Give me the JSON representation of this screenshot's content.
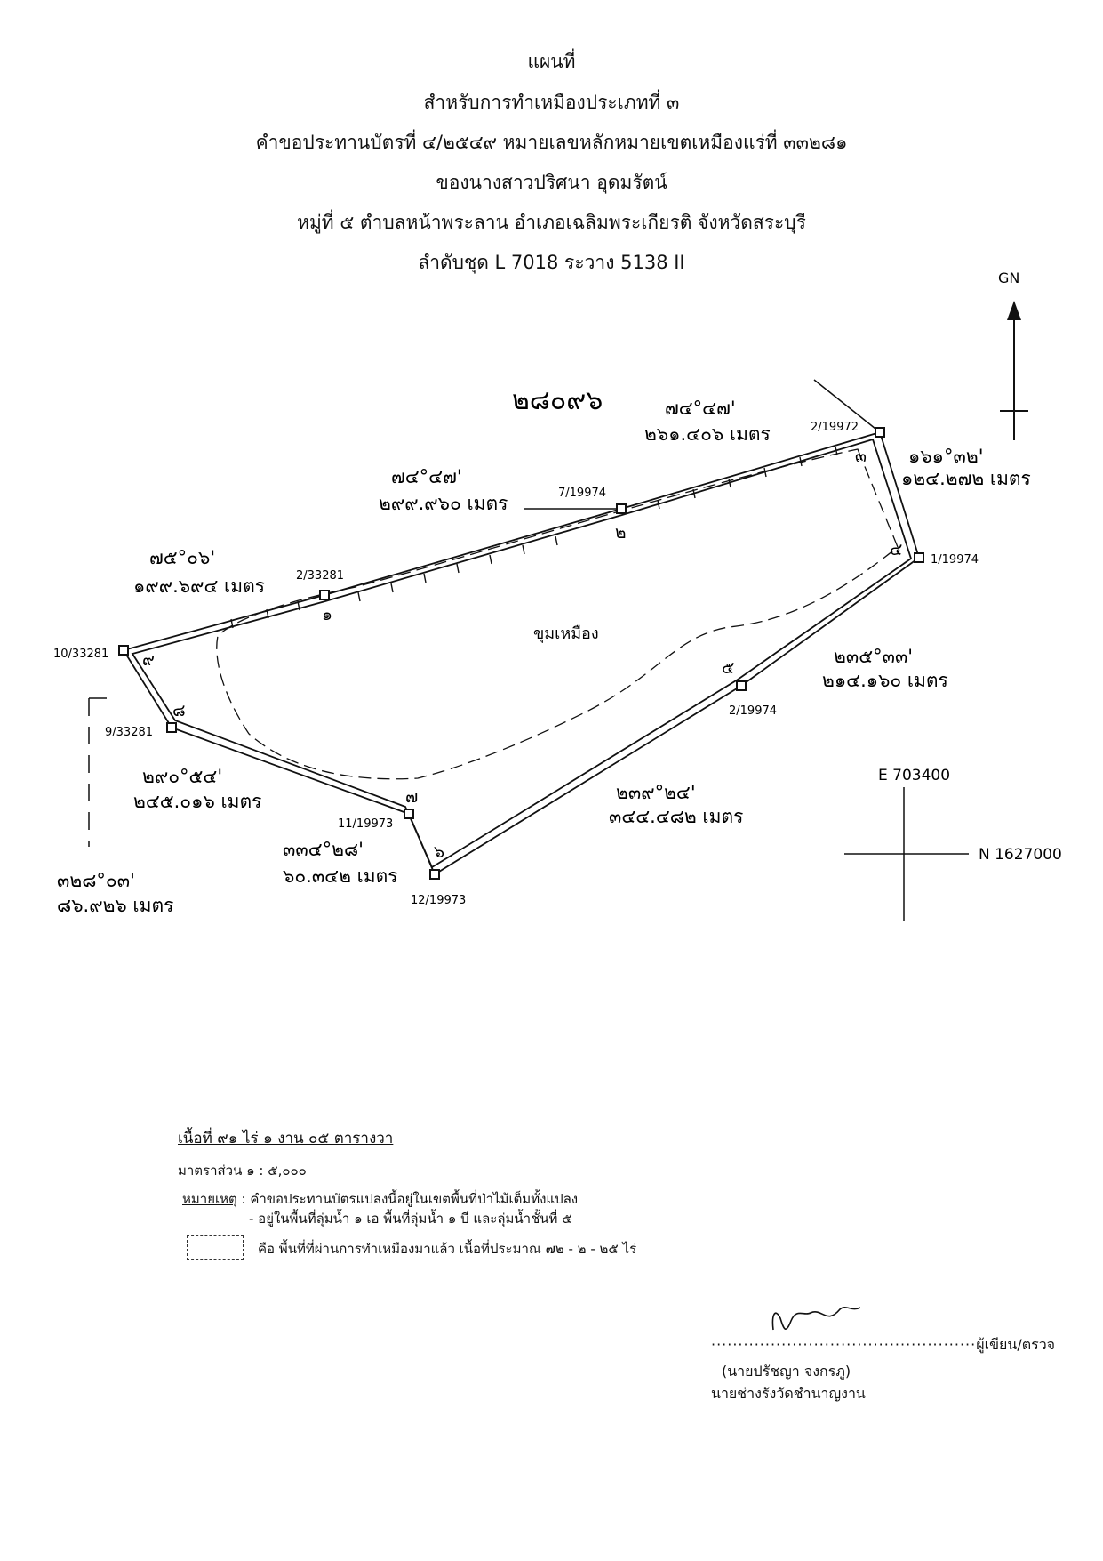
{
  "header": {
    "line1": "แผนที่",
    "line2": "สำหรับการทำเหมืองประเภทที่ ๓",
    "line3": "คำขอประทานบัตรที่ ๔/๒๕๔๙ หมายเลขหลักหมายเขตเหมืองแร่ที่ ๓๓๒๘๑",
    "line4": "ของนางสาวปริศนา อุดมรัตน์",
    "line5": "หมู่ที่ ๕ ตำบลหน้าพระลาน อำเภอเฉลิมพระเกียรติ จังหวัดสระบุรี",
    "line6": "ลำดับชุด L 7018 ระวาง  5138 II"
  },
  "map": {
    "north_label": "GN",
    "parcel_number": "๒๘๐๙๖",
    "pit_label": "ขุมเหมือง",
    "grid_e": "E 703400",
    "grid_n": "N 1627000",
    "stations": [
      {
        "code": "2/19972",
        "num": "๓"
      },
      {
        "code": "1/19974",
        "num": "๔"
      },
      {
        "code": "2/19974",
        "num": "๕"
      },
      {
        "code": "12/19973",
        "num": "๖"
      },
      {
        "code": "11/19973",
        "num": "๗"
      },
      {
        "code": "9/33281",
        "num": "๘"
      },
      {
        "code": "10/33281",
        "num": "๙"
      },
      {
        "code": "2/33281",
        "num": "๑"
      },
      {
        "code": "7/19974",
        "num": "๒"
      }
    ],
    "bearings": [
      {
        "angle": "๗๔°๔๗'",
        "dist": "๒๖๑.๔๐๖ เมตร"
      },
      {
        "angle": "๑๖๑°๓๒'",
        "dist": "๑๒๔.๒๗๒ เมตร"
      },
      {
        "angle": "๗๔°๔๗'",
        "dist": "๒๙๙.๙๖๐ เมตร"
      },
      {
        "angle": "๗๕°๐๖'",
        "dist": "๑๙๙.๖๙๔ เมตร"
      },
      {
        "angle": "๒๓๕°๓๓'",
        "dist": "๒๑๔.๑๖๐ เมตร"
      },
      {
        "angle": "๒๓๙°๒๔'",
        "dist": "๓๔๔.๔๘๒ เมตร"
      },
      {
        "angle": "๒๙๐°๕๔'",
        "dist": "๒๔๕.๐๑๖ เมตร"
      },
      {
        "angle": "๓๓๔°๒๘'",
        "dist": "๖๐.๓๔๒ เมตร"
      },
      {
        "angle": "๓๒๘°๐๓'",
        "dist": "๘๖.๙๒๖ เมตร"
      }
    ]
  },
  "notes": {
    "area": "เนื้อที่  ๙๑  ไร่  ๑  งาน  ๐๕  ตารางวา",
    "scale": "มาตราส่วน  ๑ : ๕,๐๐๐",
    "remark_label": "หมายเหตุ",
    "remark_1": " :  คำขอประทานบัตรแปลงนี้อยู่ในเขตพื้นที่ป่าไม้เต็มทั้งแปลง",
    "remark_2": "- อยู่ในพื้นที่ลุ่มน้ำ ๑ เอ พื้นที่ลุ่มน้ำ ๑ บี และลุ่มน้ำชั้นที่ ๕",
    "legend": "คือ  พื้นที่ที่ผ่านการทำเหมืองมาแล้ว  เนื้อที่ประมาณ  ๗๒ - ๒ - ๒๕  ไร่"
  },
  "signature": {
    "role": "ผู้เขียน/ตรวจ",
    "name": "(นายปรัชญา  จงกรภู)",
    "title": "นายช่างรังวัดชำนาญงาน"
  }
}
